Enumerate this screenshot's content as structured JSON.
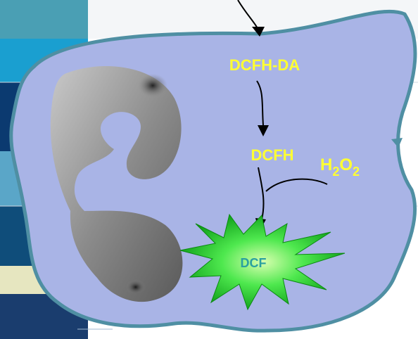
{
  "labels": {
    "probe": "DCFH-DA",
    "intermediate": "DCFH",
    "oxidant_main": "H",
    "oxidant_sub1": "2",
    "oxidant_mid": "O",
    "oxidant_sub2": "2",
    "product": "DCF"
  },
  "colors": {
    "cell_fill": "#a9b4e6",
    "cell_border": "#4f8fa3",
    "label_yellow": "#ffff33",
    "burst_green": "#22cc22",
    "product_text": "#2aa0a0",
    "background_stripes": [
      "#4a9fb4",
      "#1a9fd0",
      "#0b3a70",
      "#5aa6c8",
      "#0f4d7a",
      "#e6e6c0",
      "#1a3d6e"
    ]
  }
}
